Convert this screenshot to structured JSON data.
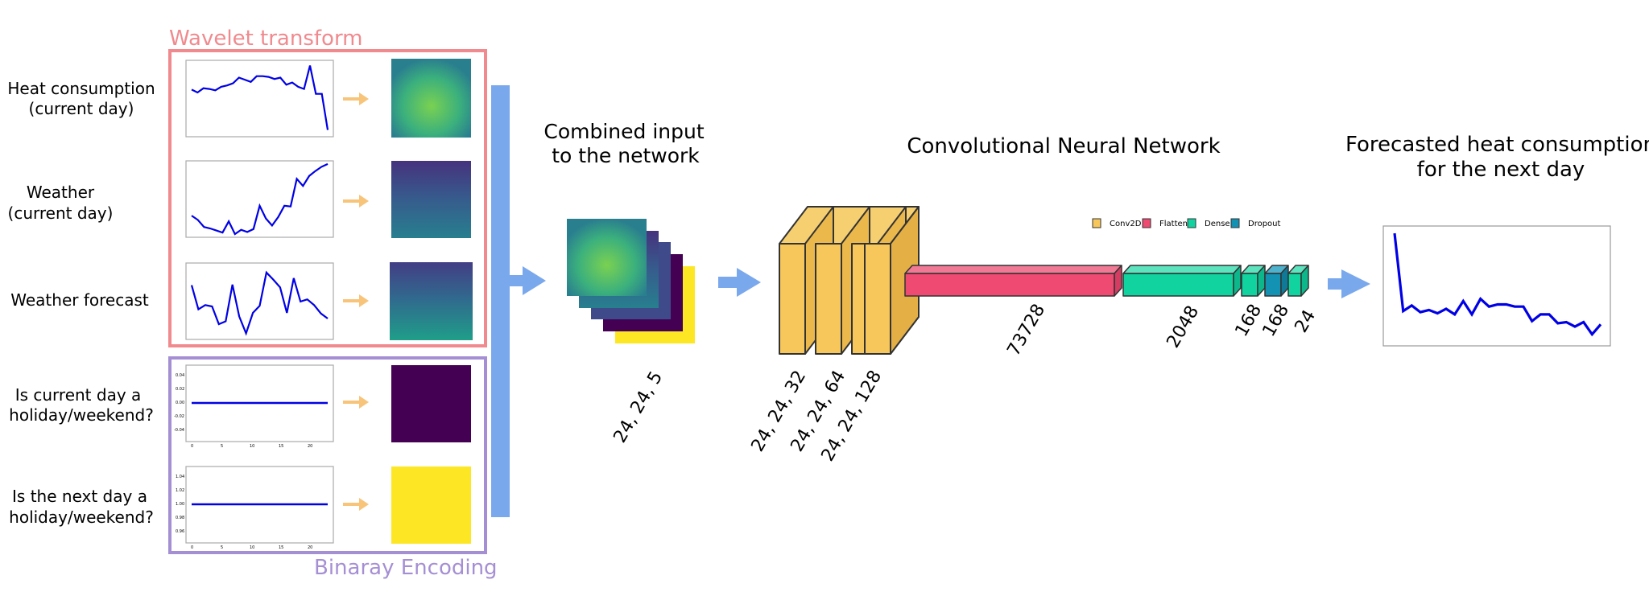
{
  "colors": {
    "wavelet_box": "#f08a8e",
    "binary_box": "#a58fd4",
    "arrow_small": "#f7c47a",
    "arrow_big": "#7aa8ec",
    "bus": "#7aa8ec",
    "series_line": "#0000e6",
    "conv": "#f7c75c",
    "flatten": "#ee4a72",
    "dense": "#10d3a0",
    "dropout": "#1492b4",
    "holiday_current": "#440154",
    "holiday_next": "#fde725"
  },
  "labels": {
    "wavelet_title": "Wavelet transform",
    "binary_title": "Binaray Encoding",
    "combined_title_1": "Combined input",
    "combined_title_2": "to the network",
    "cnn_title": "Convolutional Neural Network",
    "forecast_title_1": "Forecasted heat consumption",
    "forecast_title_2": "for the next day",
    "input_shape": "24, 24, 5"
  },
  "inputs": [
    {
      "line1": "Heat consumption",
      "line2": "(current day)"
    },
    {
      "line1": "Weather",
      "line2": "(current day)"
    },
    {
      "line1": "Weather forecast",
      "line2": ""
    },
    {
      "line1": "Is current day a",
      "line2": "holiday/weekend?"
    },
    {
      "line1": "Is the next day a",
      "line2": "holiday/weekend?"
    }
  ],
  "series": {
    "heat_current": [
      0.62,
      0.58,
      0.64,
      0.63,
      0.61,
      0.66,
      0.68,
      0.71,
      0.79,
      0.76,
      0.73,
      0.81,
      0.81,
      0.8,
      0.77,
      0.79,
      0.69,
      0.72,
      0.66,
      0.63,
      0.96,
      0.56,
      0.56,
      0.05
    ],
    "weather_current": [
      0.26,
      0.2,
      0.1,
      0.08,
      0.05,
      0.02,
      0.18,
      0.0,
      0.06,
      0.03,
      0.07,
      0.4,
      0.22,
      0.12,
      0.24,
      0.4,
      0.39,
      0.78,
      0.68,
      0.82,
      0.89,
      0.95,
      0.99
    ],
    "weather_forecast": [
      0.72,
      0.38,
      0.44,
      0.42,
      0.17,
      0.21,
      0.73,
      0.28,
      0.04,
      0.33,
      0.43,
      0.9,
      0.8,
      0.69,
      0.33,
      0.82,
      0.49,
      0.52,
      0.44,
      0.32,
      0.25
    ],
    "holiday_current": {
      "ticks_y": [
        "0.04",
        "0.02",
        "0.00",
        "-0.02",
        "-0.04"
      ],
      "ticks_x": [
        "0",
        "5",
        "10",
        "15",
        "20"
      ],
      "value_label": "0.00"
    },
    "holiday_next": {
      "ticks_y": [
        "1.04",
        "1.02",
        "1.00",
        "0.98",
        "0.96"
      ],
      "ticks_x": [
        "0",
        "5",
        "10",
        "15",
        "20"
      ],
      "value_label": "1.00"
    }
  },
  "legend": [
    {
      "name": "Conv2D",
      "color": "#f7c75c"
    },
    {
      "name": "Flatten",
      "color": "#ee4a72"
    },
    {
      "name": "Dense",
      "color": "#10d3a0"
    },
    {
      "name": "Dropout",
      "color": "#1492b4"
    }
  ],
  "conv_layers": [
    {
      "shape": "24, 24, 32"
    },
    {
      "shape": "24, 24, 64"
    },
    {
      "shape": "24, 24, 128"
    }
  ],
  "dense_layers": [
    {
      "label": "73728",
      "kind": "flatten"
    },
    {
      "label": "2048",
      "kind": "dense"
    },
    {
      "label": "168",
      "kind": "dense"
    },
    {
      "label": "168",
      "kind": "dropout"
    },
    {
      "label": "24",
      "kind": "dense"
    }
  ],
  "forecast_series": [
    0.97,
    0.27,
    0.32,
    0.26,
    0.28,
    0.25,
    0.29,
    0.24,
    0.36,
    0.24,
    0.38,
    0.31,
    0.33,
    0.33,
    0.31,
    0.31,
    0.18,
    0.24,
    0.24,
    0.16,
    0.17,
    0.13,
    0.17,
    0.06,
    0.15
  ]
}
